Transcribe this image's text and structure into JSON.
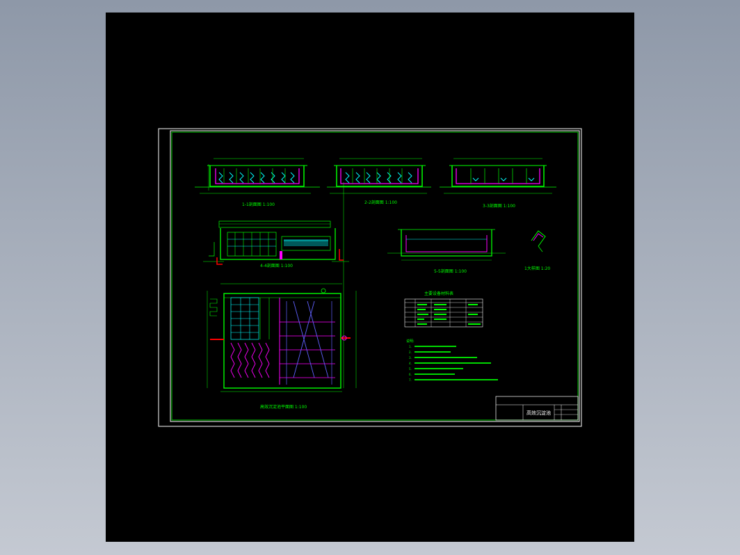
{
  "drawing": {
    "title": "高效沉淀池",
    "view_labels": {
      "section_1": "1-1剖面图 1:100",
      "section_2": "2-2剖面图 1:100",
      "section_3": "3-3剖面图 1:100",
      "section_4": "4-4剖面图 1:100",
      "section_5": "5-5剖面图 1:100",
      "detail": "1大样图 1:20",
      "plan": "高效沉淀池平面图 1:100"
    },
    "table_title": "主要设备材料表",
    "notes_title": "说明:",
    "notes": [
      "1.",
      "2.",
      "3.",
      "4.",
      "5.",
      "6.",
      "7."
    ]
  },
  "colors": {
    "frame": "#ffffff",
    "border": "#00ff00",
    "structure": "#00ff00",
    "equipment": "#ff00ff",
    "water": "#00ffff",
    "pipe": "#ff0000",
    "inner": "#6060ff",
    "text": "#00ff00"
  }
}
